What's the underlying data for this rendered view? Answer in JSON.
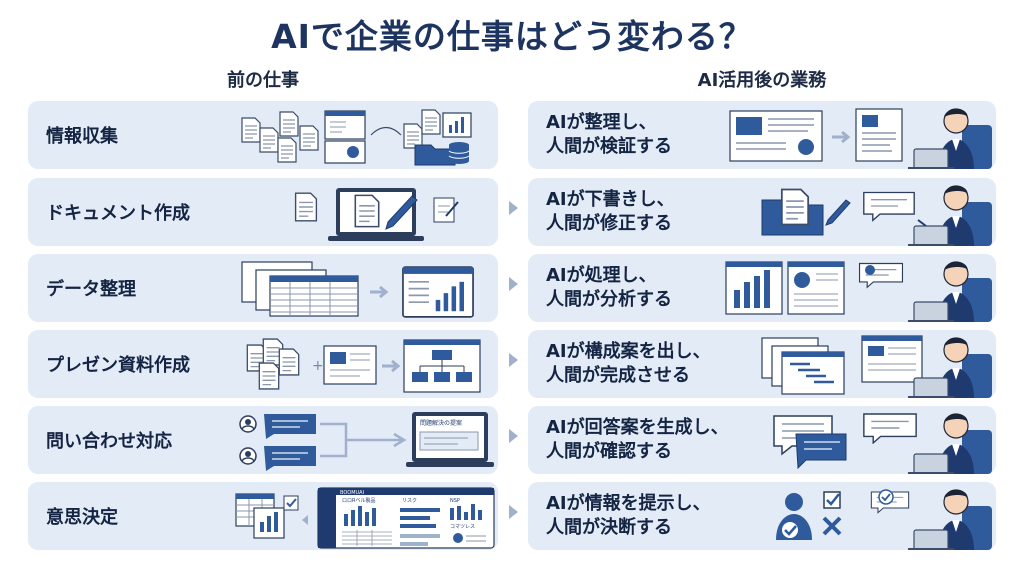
{
  "title": "AIで企業の仕事はどう変わる？",
  "columns": {
    "before": "前の仕事",
    "after": "AI活用後の業務"
  },
  "rows": [
    {
      "task": "情報収集",
      "ai_line1": "AIが整理し、",
      "ai_line2": "人間が検証する"
    },
    {
      "task": "ドキュメント作成",
      "ai_line1": "AIが下書きし、",
      "ai_line2": "人間が修正する"
    },
    {
      "task": "データ整理",
      "ai_line1": "AIが処理し、",
      "ai_line2": "人間が分析する"
    },
    {
      "task": "プレゼン資料作成",
      "ai_line1": "AIが構成案を出し、",
      "ai_line2": "人間が完成させる"
    },
    {
      "task": "問い合わせ対応",
      "ai_line1": "AIが回答案を生成し、",
      "ai_line2": "人間が確認する"
    },
    {
      "task": "意思決定",
      "ai_line1": "AIが情報を提示し、",
      "ai_line2": "人間が決断する"
    }
  ],
  "mini_labels": {
    "inquiry_window": "問題解決の提案",
    "dashboard_brand": "BOOMUAI",
    "dashboard_panel1": "ロロRベル製品",
    "dashboard_panel2": "リスク",
    "dashboard_panel3": "NSP",
    "dashboard_panel4": "コマツレス"
  },
  "colors": {
    "row_bg": "#e3ebf6",
    "accent": "#2f5b9c",
    "title": "#1d3461"
  }
}
